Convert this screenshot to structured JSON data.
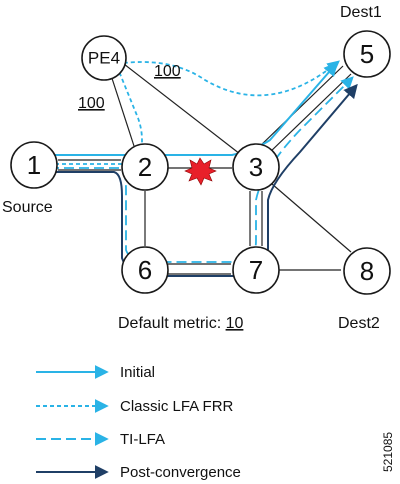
{
  "nodes": {
    "pe4": "PE4",
    "n1": "1",
    "n2": "2",
    "n3": "3",
    "n5": "5",
    "n6": "6",
    "n7": "7",
    "n8": "8"
  },
  "captions": {
    "source": "Source",
    "dest1": "Dest1",
    "dest2": "Dest2",
    "default_metric_label": "Default metric: ",
    "default_metric_value": "10"
  },
  "metrics": {
    "pe4_to_3": "100",
    "pe4_to_2": "100"
  },
  "failure_icon": "explosion-icon",
  "legend": [
    {
      "label": "Initial",
      "style": "solid",
      "color": "#2ab3e6"
    },
    {
      "label": "Classic LFA FRR",
      "style": "short-dash",
      "color": "#2ab3e6"
    },
    {
      "label": "TI-LFA",
      "style": "long-dash",
      "color": "#2ab3e6"
    },
    {
      "label": "Post-convergence",
      "style": "solid",
      "color": "#1f3f66"
    }
  ],
  "figure_id": "521085",
  "colors": {
    "initial": "#2ab3e6",
    "lfa": "#2ab3e6",
    "tilfa": "#2ab3e6",
    "post_convergence": "#1f3f66",
    "failure": "#e8202a"
  }
}
